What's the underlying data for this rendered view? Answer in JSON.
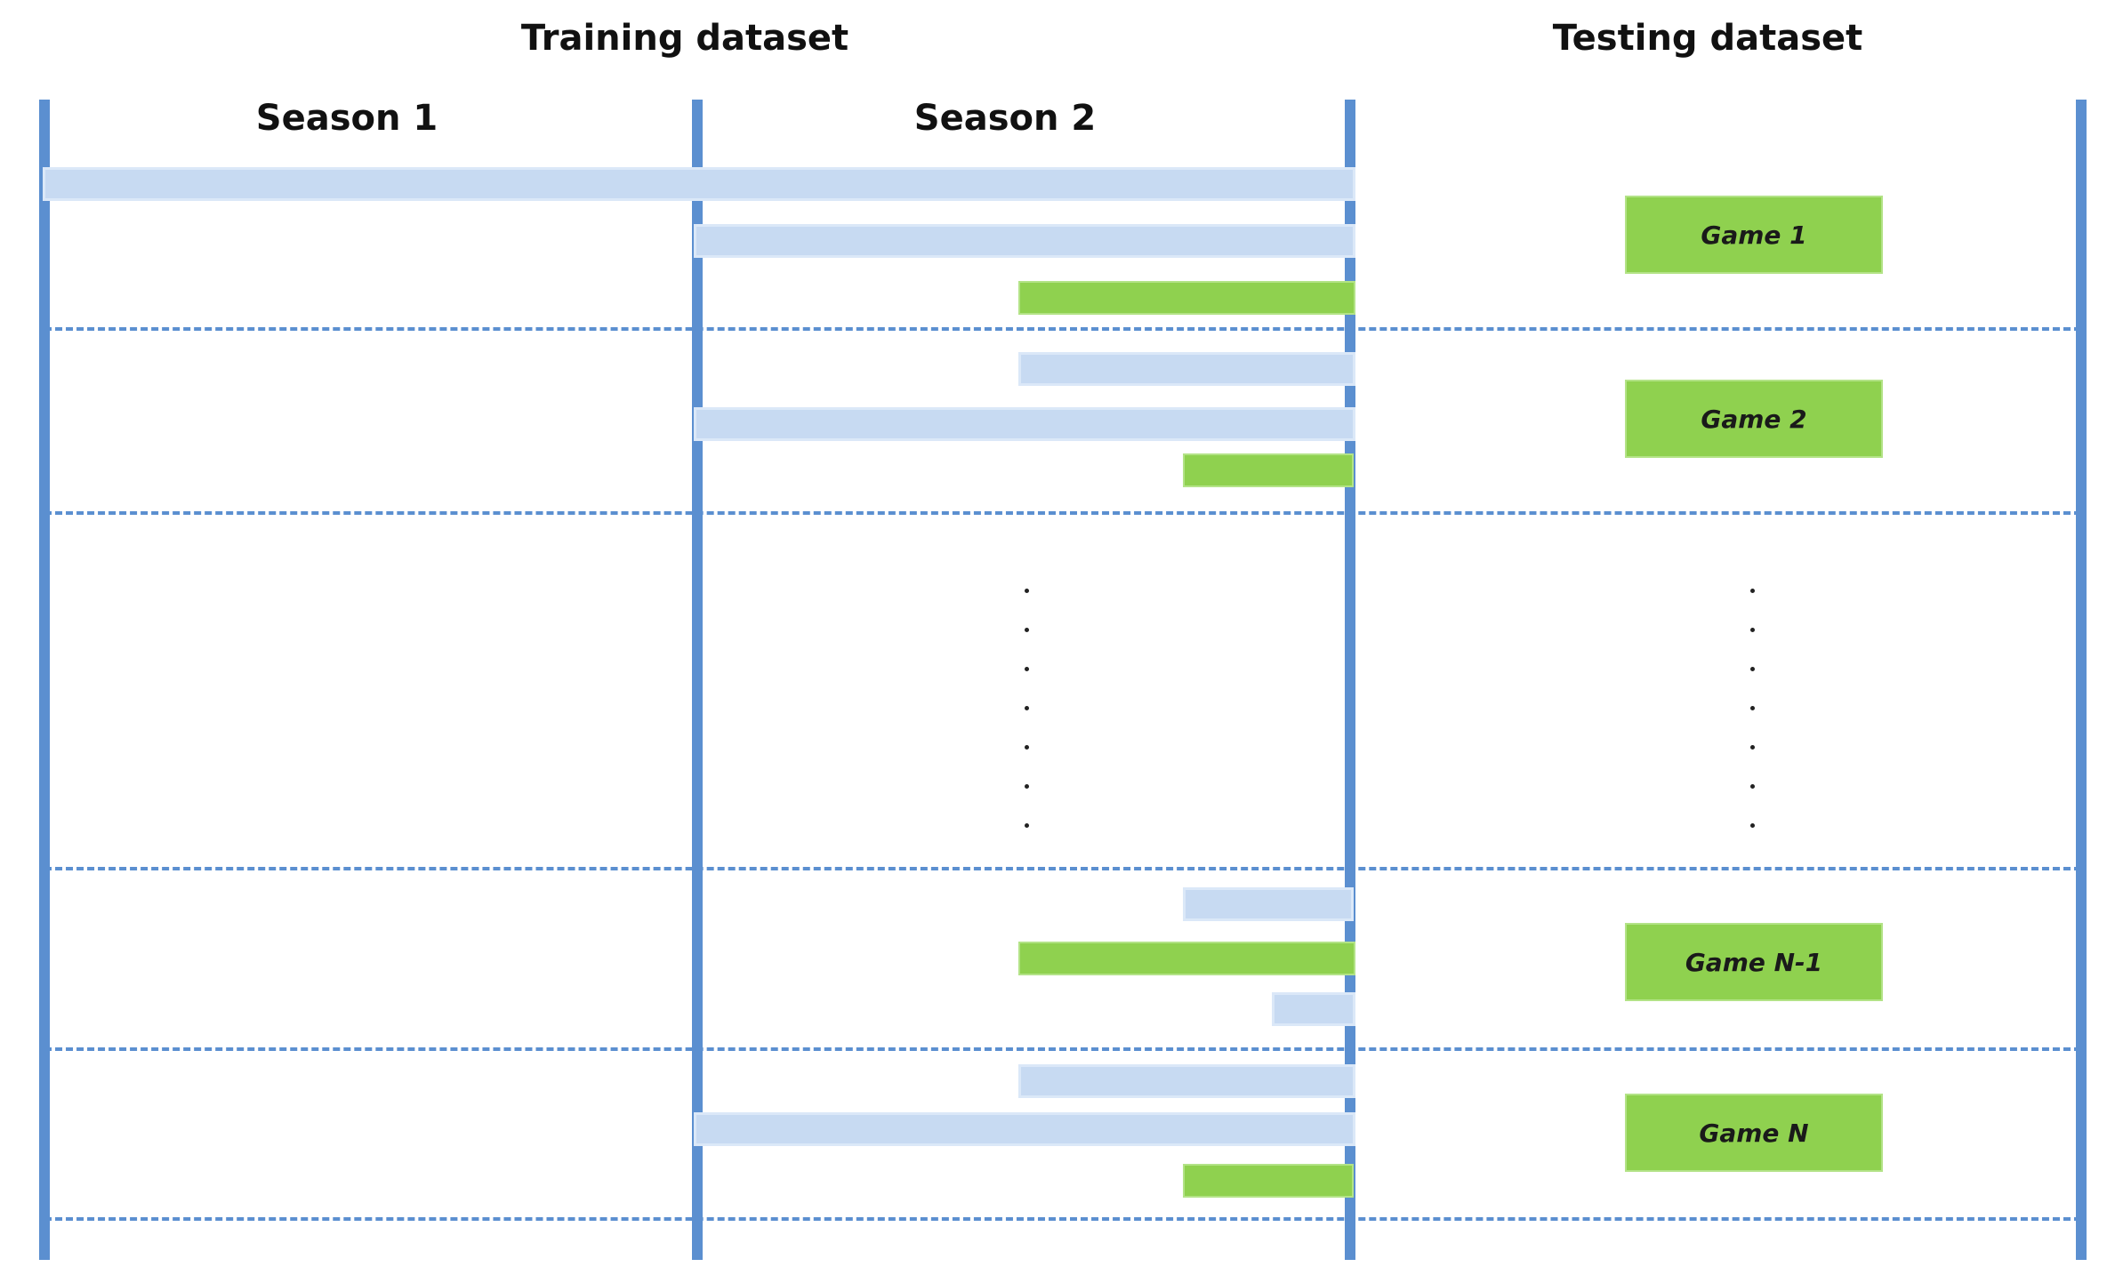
{
  "headers": {
    "training": "Training dataset",
    "testing": "Testing dataset",
    "season1": "Season 1",
    "season2": "Season 2"
  },
  "games": [
    "Game 1",
    "Game 2",
    "Game N-1",
    "Game N"
  ],
  "colors": {
    "axis_line": "#5b8fd0",
    "training_bar": "#c7daf2",
    "recent_bar": "#8fd14f",
    "game_box": "#8fd14f"
  },
  "icons": [
    "vertical-ellipsis-icon"
  ]
}
